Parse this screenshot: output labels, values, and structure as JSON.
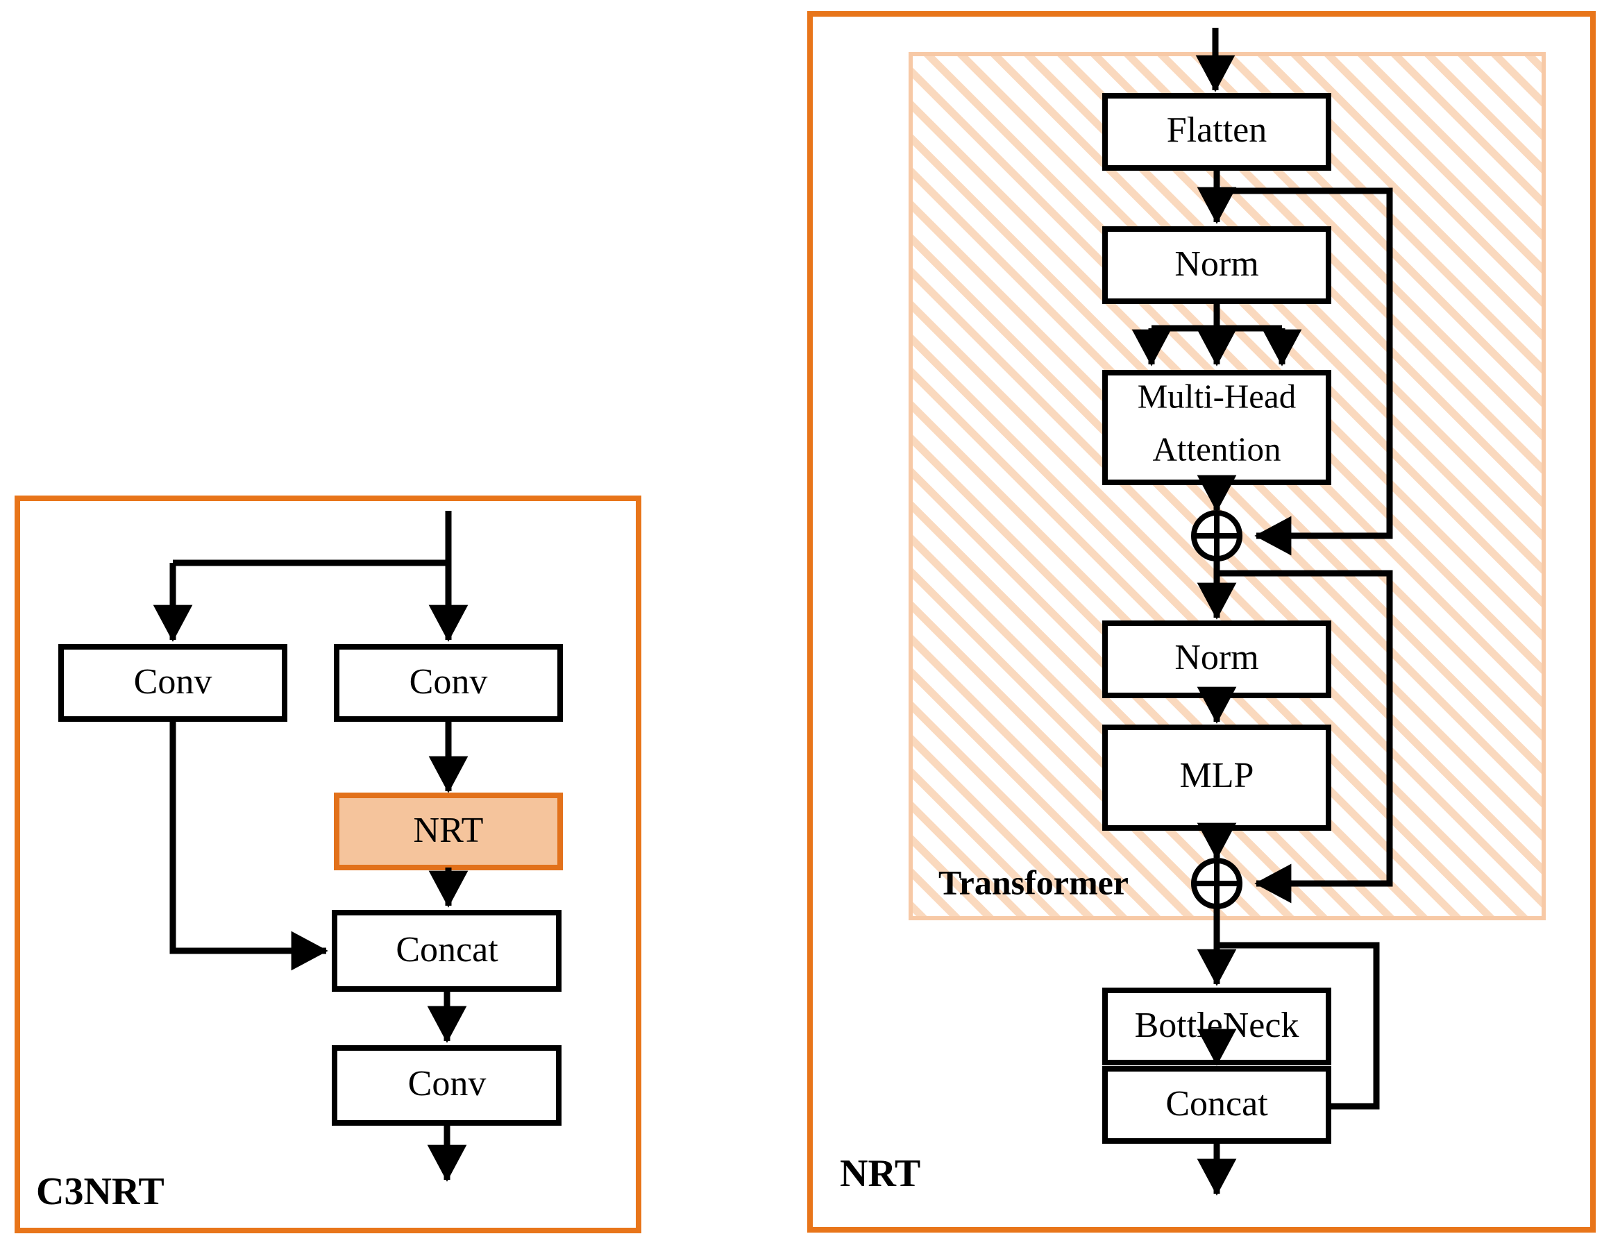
{
  "figure": {
    "title": "C3NRT and NRT module architecture diagram",
    "type": "block-diagram",
    "background_color": "#FFFFFF"
  },
  "colors": {
    "panel_border": "#E8751A",
    "accent_fill": "#F5C49C",
    "accent_border": "#E2711B",
    "hatch_stroke": "#F7C9A6",
    "node_stroke": "#000000",
    "node_fill": "#FFFFFF"
  },
  "panels": [
    {
      "id": "c3nrt",
      "caption": "C3NRT",
      "nodes": [
        {
          "id": "conv_left",
          "label": "Conv",
          "style": "plain"
        },
        {
          "id": "conv_right",
          "label": "Conv",
          "style": "plain"
        },
        {
          "id": "nrt",
          "label": "NRT",
          "style": "accent"
        },
        {
          "id": "concat",
          "label": "Concat",
          "style": "plain"
        },
        {
          "id": "conv_out",
          "label": "Conv",
          "style": "plain"
        }
      ],
      "edges": [
        {
          "from": "input",
          "to": "split"
        },
        {
          "from": "split",
          "to": "conv_left"
        },
        {
          "from": "split",
          "to": "conv_right"
        },
        {
          "from": "conv_right",
          "to": "nrt"
        },
        {
          "from": "nrt",
          "to": "concat"
        },
        {
          "from": "conv_left",
          "to": "concat"
        },
        {
          "from": "concat",
          "to": "conv_out"
        },
        {
          "from": "conv_out",
          "to": "output"
        }
      ]
    },
    {
      "id": "nrt",
      "caption": "NRT",
      "group": {
        "id": "transformer",
        "caption": "Transformer",
        "fill_style": "diagonal-hatch"
      },
      "nodes": [
        {
          "id": "flatten",
          "label": "Flatten",
          "style": "plain"
        },
        {
          "id": "norm1",
          "label": "Norm",
          "style": "plain"
        },
        {
          "id": "mha",
          "label": "Multi-Head Attention",
          "label_line1": "Multi-Head",
          "label_line2": "Attention",
          "style": "plain"
        },
        {
          "id": "add1",
          "label": "⊕",
          "style": "sum"
        },
        {
          "id": "norm2",
          "label": "Norm",
          "style": "plain"
        },
        {
          "id": "mlp",
          "label": "MLP",
          "style": "plain"
        },
        {
          "id": "add2",
          "label": "⊕",
          "style": "sum"
        },
        {
          "id": "bottleneck",
          "label": "BottleNeck",
          "style": "plain"
        },
        {
          "id": "concat2",
          "label": "Concat",
          "style": "plain"
        }
      ],
      "edges": [
        {
          "from": "input",
          "to": "flatten"
        },
        {
          "from": "flatten",
          "to": "norm1"
        },
        {
          "from": "flatten",
          "to": "add1",
          "kind": "residual"
        },
        {
          "from": "norm1",
          "to": "mha",
          "kind": "triple-fanout"
        },
        {
          "from": "mha",
          "to": "add1"
        },
        {
          "from": "add1",
          "to": "norm2"
        },
        {
          "from": "add1",
          "to": "add2",
          "kind": "residual"
        },
        {
          "from": "norm2",
          "to": "mlp"
        },
        {
          "from": "mlp",
          "to": "add2"
        },
        {
          "from": "add2",
          "to": "bottleneck"
        },
        {
          "from": "add2",
          "to": "concat2",
          "kind": "skip"
        },
        {
          "from": "bottleneck",
          "to": "concat2"
        },
        {
          "from": "concat2",
          "to": "output"
        }
      ]
    }
  ]
}
